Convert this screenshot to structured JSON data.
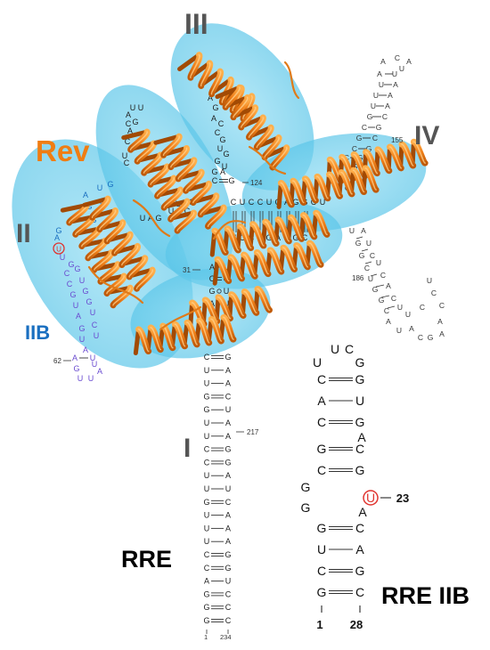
{
  "labels": {
    "rev": "Rev",
    "domain_i": "I",
    "domain_ii": "II",
    "domain_iib": "IIB",
    "domain_iii": "III",
    "domain_iv": "IV",
    "rre": "RRE",
    "rre_iib": "RRE IIB"
  },
  "numbers": {
    "n1": "1",
    "n234": "234",
    "n217": "217",
    "n31": "31",
    "n62": "62",
    "n124": "124",
    "n155": "155",
    "n186": "186",
    "iib_1": "1",
    "iib_28": "28",
    "iib_23": "23"
  },
  "colors": {
    "bubble": "#5bc8ea",
    "helix": "#f08a1c",
    "rev_label": "#f07d12",
    "iib_blue": "#1a6fc0",
    "iib_purple": "#6a4bd0",
    "highlight_red": "#e0342f",
    "roman_gray": "#555555"
  },
  "icons": [
    "rev-helix-icon",
    "highlighted-uridine-icon"
  ],
  "rre_iib_structure": {
    "loop_top": [
      "U",
      "C"
    ],
    "loop_sides": [
      "U",
      "G"
    ],
    "pairs": [
      [
        "C",
        "G"
      ],
      [
        "A",
        "U"
      ],
      [
        "C",
        "G"
      ],
      [
        "G",
        "C"
      ],
      [
        "C",
        "G"
      ],
      [
        "G",
        "C"
      ],
      [
        "U",
        "A"
      ],
      [
        "C",
        "G"
      ],
      [
        "G",
        "C"
      ]
    ],
    "bulge_right_a_upper": "A",
    "bulge_left": [
      "G",
      "G"
    ],
    "bulge_right_u": "U",
    "bulge_right_a_lower": "A"
  },
  "stem_i": {
    "pairs": [
      [
        "C",
        "G"
      ],
      [
        "U",
        "A"
      ],
      [
        "U",
        "A"
      ],
      [
        "G",
        "C"
      ],
      [
        "G",
        "U"
      ],
      [
        "U",
        "A"
      ],
      [
        "U",
        "A"
      ],
      [
        "C",
        "G"
      ],
      [
        "C",
        "G"
      ],
      [
        "U",
        "A"
      ],
      [
        "U",
        "U"
      ],
      [
        "G",
        "C"
      ],
      [
        "U",
        "A"
      ],
      [
        "U",
        "A"
      ],
      [
        "U",
        "A"
      ],
      [
        "C",
        "G"
      ],
      [
        "C",
        "G"
      ],
      [
        "A",
        "U"
      ],
      [
        "G",
        "C"
      ],
      [
        "G",
        "C"
      ],
      [
        "G",
        "C"
      ]
    ],
    "extra": [
      "U",
      "A",
      "U",
      "C"
    ]
  },
  "iib_stem_nts": [
    "U",
    "G",
    "C",
    "G",
    "C",
    "U",
    "G",
    "G",
    "U",
    "G",
    "A",
    "U",
    "G",
    "C",
    "U",
    "U",
    "A"
  ],
  "stem_iii_nts": [
    "U",
    "U",
    "A",
    "A",
    "G",
    "C",
    "A",
    "U",
    "C",
    "G",
    "A",
    "U",
    "G",
    "C",
    "U",
    "A",
    "U",
    "C",
    "U",
    "G",
    "C",
    "G",
    "C",
    "U",
    "G",
    "A",
    "C",
    "G"
  ],
  "stem_iv_nts": [
    "A",
    "C",
    "A",
    "U",
    "A",
    "U",
    "G",
    "U",
    "C",
    "G",
    "A",
    "U",
    "C",
    "G",
    "A",
    "U",
    "G",
    "C",
    "U",
    "A",
    "G",
    "C",
    "U",
    "A",
    "G",
    "C"
  ],
  "loop_iv_nts": [
    "U",
    "A",
    "G",
    "U",
    "G",
    "C",
    "U",
    "A",
    "C",
    "C",
    "G",
    "C",
    "A",
    "G",
    "U",
    "A",
    "C",
    "U",
    "U",
    "A",
    "G",
    "G",
    "A",
    "C",
    "U",
    "G",
    "C",
    "A"
  ],
  "central_nts": [
    "U",
    "A",
    "G",
    "U",
    "G",
    "C",
    "U",
    "C",
    "U",
    "C",
    "C",
    "U",
    "G",
    "A",
    "G",
    "G",
    "C",
    "U",
    "C",
    "G",
    "U",
    "U",
    "C",
    "A",
    "A",
    "U",
    "A",
    "U",
    "G",
    "C",
    "G",
    "C",
    "A",
    "U",
    "G",
    "C",
    "A"
  ]
}
